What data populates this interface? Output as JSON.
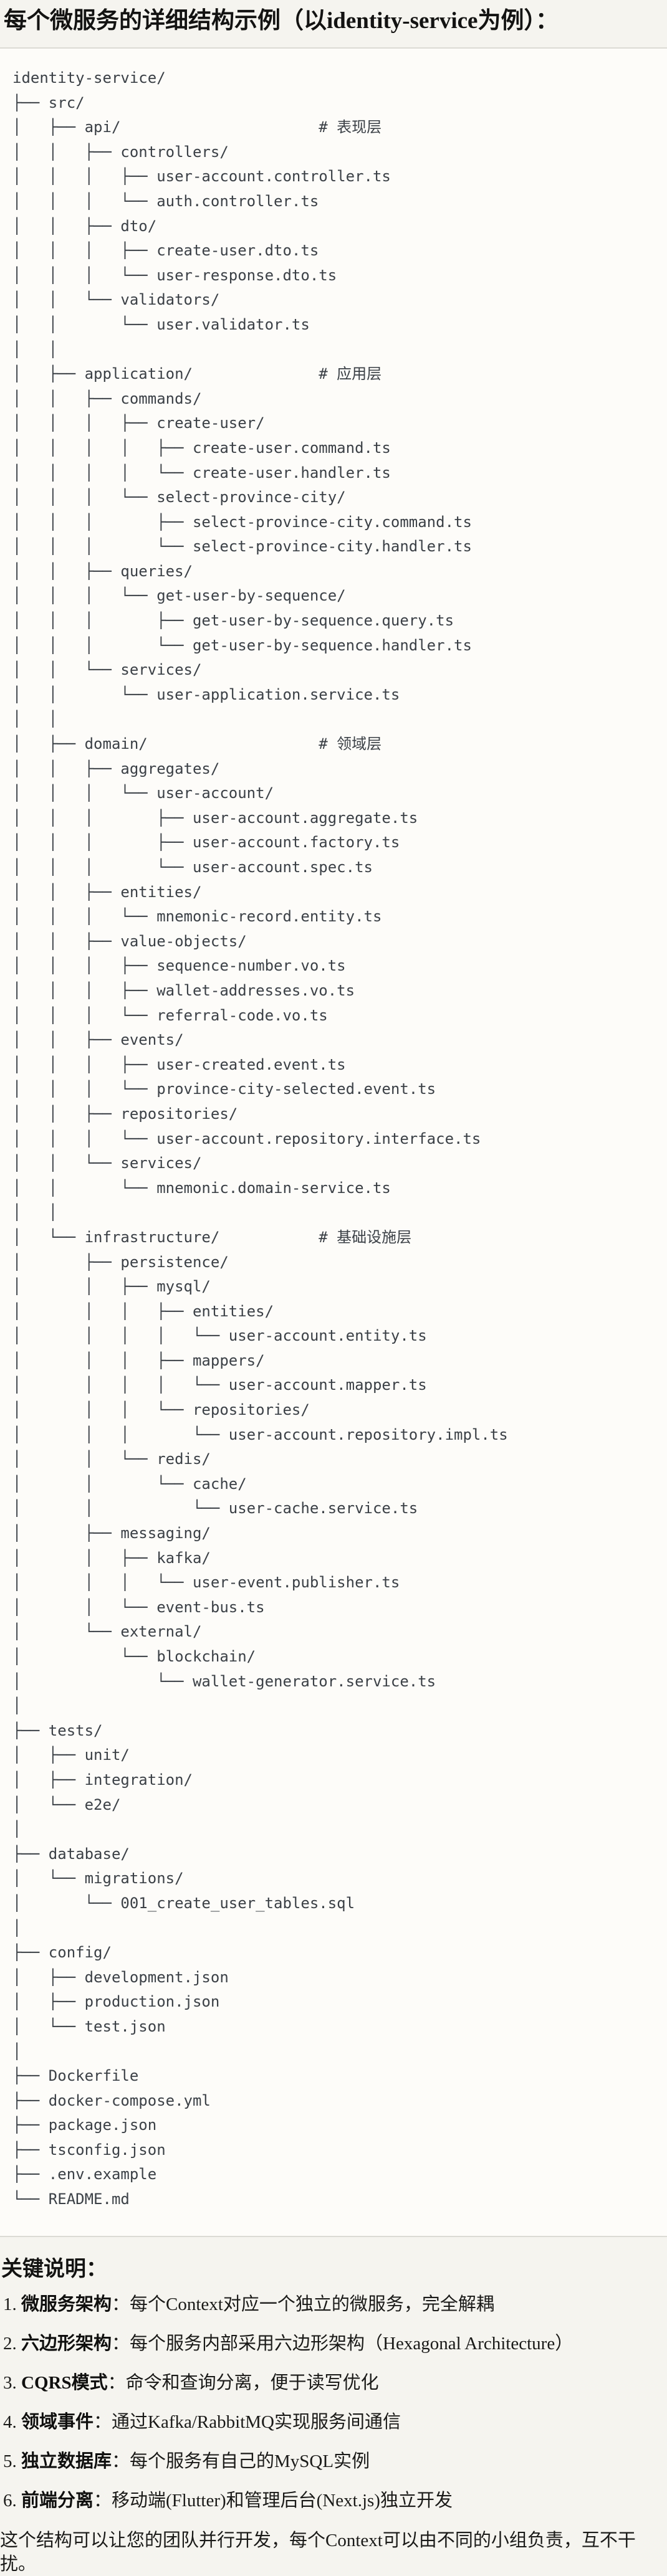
{
  "page": {
    "title": "每个微服务的详细结构示例（以identity-service为例）：",
    "colors": {
      "page_bg": "#f5f4ef",
      "code_bg": "#fdfcf9",
      "code_border": "#dcdbd5",
      "code_text": "#3b4046",
      "text": "#161614"
    }
  },
  "tree": {
    "lines": [
      "identity-service/",
      "├── src/",
      "│   ├── api/                      # 表现层",
      "│   │   ├── controllers/",
      "│   │   │   ├── user-account.controller.ts",
      "│   │   │   └── auth.controller.ts",
      "│   │   ├── dto/",
      "│   │   │   ├── create-user.dto.ts",
      "│   │   │   └── user-response.dto.ts",
      "│   │   └── validators/",
      "│   │       └── user.validator.ts",
      "│   │",
      "│   ├── application/              # 应用层",
      "│   │   ├── commands/",
      "│   │   │   ├── create-user/",
      "│   │   │   │   ├── create-user.command.ts",
      "│   │   │   │   └── create-user.handler.ts",
      "│   │   │   └── select-province-city/",
      "│   │   │       ├── select-province-city.command.ts",
      "│   │   │       └── select-province-city.handler.ts",
      "│   │   ├── queries/",
      "│   │   │   └── get-user-by-sequence/",
      "│   │   │       ├── get-user-by-sequence.query.ts",
      "│   │   │       └── get-user-by-sequence.handler.ts",
      "│   │   └── services/",
      "│   │       └── user-application.service.ts",
      "│   │",
      "│   ├── domain/                   # 领域层",
      "│   │   ├── aggregates/",
      "│   │   │   └── user-account/",
      "│   │   │       ├── user-account.aggregate.ts",
      "│   │   │       ├── user-account.factory.ts",
      "│   │   │       └── user-account.spec.ts",
      "│   │   ├── entities/",
      "│   │   │   └── mnemonic-record.entity.ts",
      "│   │   ├── value-objects/",
      "│   │   │   ├── sequence-number.vo.ts",
      "│   │   │   ├── wallet-addresses.vo.ts",
      "│   │   │   └── referral-code.vo.ts",
      "│   │   ├── events/",
      "│   │   │   ├── user-created.event.ts",
      "│   │   │   └── province-city-selected.event.ts",
      "│   │   ├── repositories/",
      "│   │   │   └── user-account.repository.interface.ts",
      "│   │   └── services/",
      "│   │       └── mnemonic.domain-service.ts",
      "│   │",
      "│   └── infrastructure/           # 基础设施层",
      "│       ├── persistence/",
      "│       │   ├── mysql/",
      "│       │   │   ├── entities/",
      "│       │   │   │   └── user-account.entity.ts",
      "│       │   │   ├── mappers/",
      "│       │   │   │   └── user-account.mapper.ts",
      "│       │   │   └── repositories/",
      "│       │   │       └── user-account.repository.impl.ts",
      "│       │   └── redis/",
      "│       │       └── cache/",
      "│       │           └── user-cache.service.ts",
      "│       ├── messaging/",
      "│       │   ├── kafka/",
      "│       │   │   └── user-event.publisher.ts",
      "│       │   └── event-bus.ts",
      "│       └── external/",
      "│           └── blockchain/",
      "│               └── wallet-generator.service.ts",
      "│",
      "├── tests/",
      "│   ├── unit/",
      "│   ├── integration/",
      "│   └── e2e/",
      "│",
      "├── database/",
      "│   └── migrations/",
      "│       └── 001_create_user_tables.sql",
      "│",
      "├── config/",
      "│   ├── development.json",
      "│   ├── production.json",
      "│   └── test.json",
      "│",
      "├── Dockerfile",
      "├── docker-compose.yml",
      "├── package.json",
      "├── tsconfig.json",
      "├── .env.example",
      "└── README.md"
    ]
  },
  "notes": {
    "heading": "关键说明：",
    "items": [
      {
        "term": "微服务架构",
        "text": "：每个Context对应一个独立的微服务，完全解耦"
      },
      {
        "term": "六边形架构",
        "text": "：每个服务内部采用六边形架构（Hexagonal Architecture）"
      },
      {
        "term": "CQRS模式",
        "text": "：命令和查询分离，便于读写优化"
      },
      {
        "term": "领域事件",
        "text": "：通过Kafka/RabbitMQ实现服务间通信"
      },
      {
        "term": "独立数据库",
        "text": "：每个服务有自己的MySQL实例"
      },
      {
        "term": "前端分离",
        "text": "：移动端(Flutter)和管理后台(Next.js)独立开发"
      }
    ],
    "closing": "这个结构可以让您的团队并行开发，每个Context可以由不同的小组负责，互不干扰。"
  }
}
